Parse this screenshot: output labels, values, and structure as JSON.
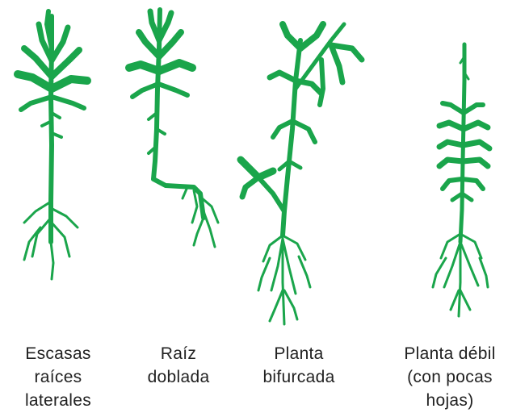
{
  "diagram": {
    "plant_color": "#1aa54b",
    "plants": [
      {
        "id": "escasas",
        "caption_lines": [
          "Escasas",
          "raíces",
          "laterales"
        ]
      },
      {
        "id": "raiz-doblada",
        "caption_lines": [
          "Raíz",
          "doblada"
        ]
      },
      {
        "id": "bifurcada",
        "caption_lines": [
          "Planta",
          "bifurcada"
        ]
      },
      {
        "id": "debil",
        "caption_lines": [
          "Planta débil",
          "(con pocas",
          "hojas)"
        ]
      }
    ]
  }
}
